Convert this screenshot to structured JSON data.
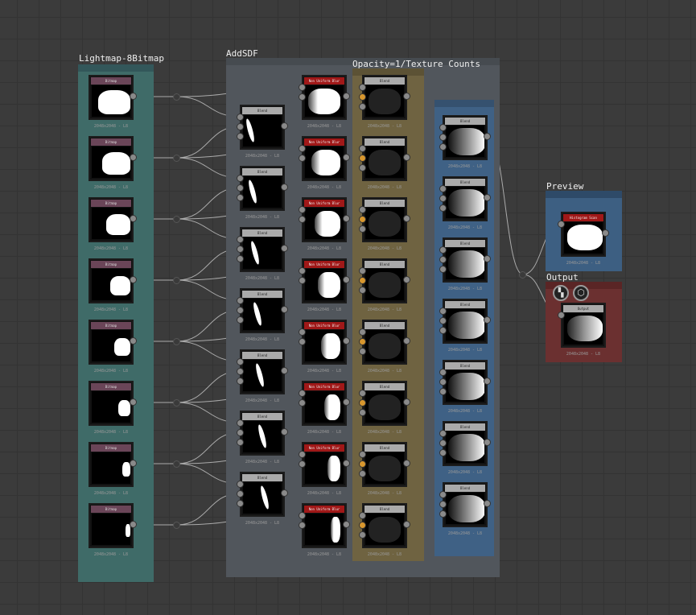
{
  "frames": {
    "lightmap": {
      "title": "Lightmap-8Bitmap",
      "color": "#3f6b68"
    },
    "addsdf": {
      "title": "AddSDF",
      "color": "#51565c"
    },
    "opacity": {
      "title": "Opacity=1/Texture Counts",
      "color": "#6f6341"
    },
    "blend_group": {
      "title": "",
      "color": "#3f6185"
    },
    "preview": {
      "title": "Preview",
      "color": "#3d5f82"
    },
    "output": {
      "title": "Output",
      "color": "#6b3030"
    }
  },
  "node_footer": "2048x2048 - L8",
  "columns": {
    "bitmap": {
      "title": "Bitmap",
      "count": 8
    },
    "sdf_blend": {
      "title": "Blend",
      "count": 7
    },
    "blur": {
      "title": "Non Uniform Blur",
      "count": 8
    },
    "opacity_blend": {
      "title": "Blend",
      "count": 8
    },
    "final_blend": {
      "title": "Blend",
      "count": 7
    }
  },
  "preview_node": {
    "title": "Histogram Scan"
  },
  "output_node": {
    "title": "Output",
    "icons": [
      "checker-icon",
      "cube-icon"
    ]
  }
}
